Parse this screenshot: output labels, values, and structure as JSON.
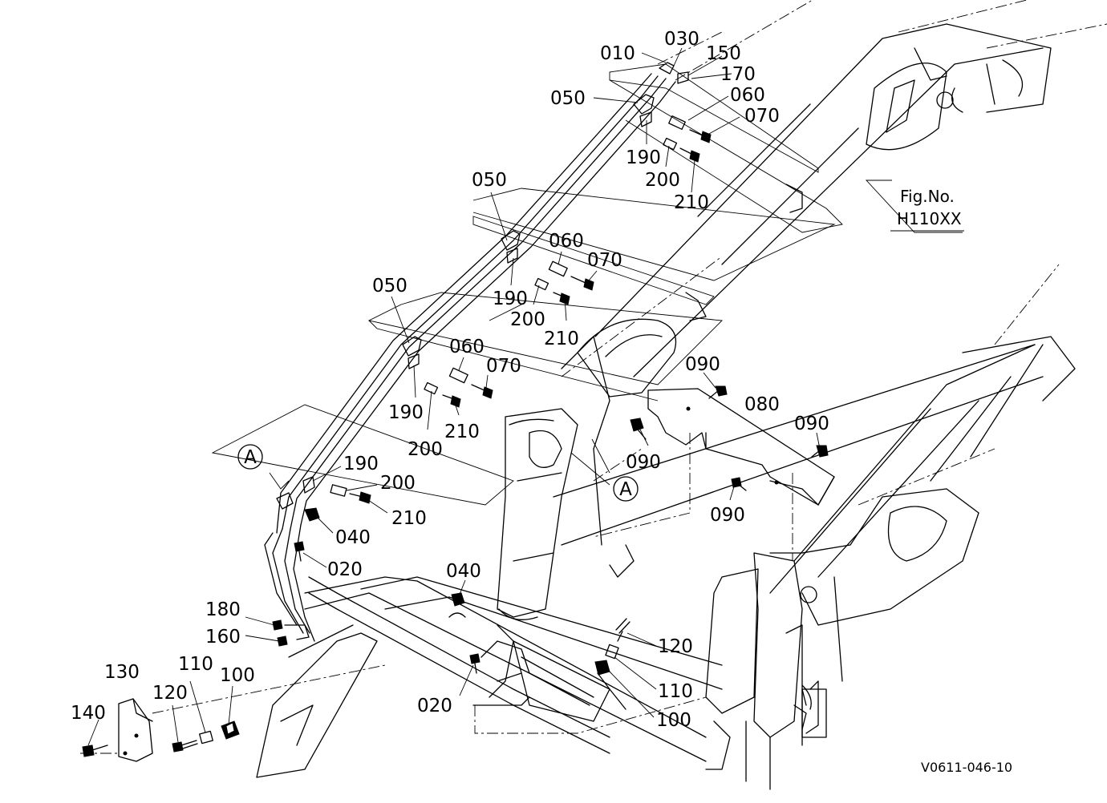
{
  "callouts": [
    {
      "id": "c010",
      "text": "010"
    },
    {
      "id": "c030",
      "text": "030"
    },
    {
      "id": "c150",
      "text": "150"
    },
    {
      "id": "c170",
      "text": "170"
    },
    {
      "id": "c050a",
      "text": "050"
    },
    {
      "id": "c060a",
      "text": "060"
    },
    {
      "id": "c070a",
      "text": "070"
    },
    {
      "id": "c190a",
      "text": "190"
    },
    {
      "id": "c200a",
      "text": "200"
    },
    {
      "id": "c210a",
      "text": "210"
    },
    {
      "id": "c050b",
      "text": "050"
    },
    {
      "id": "c060b",
      "text": "060"
    },
    {
      "id": "c070b",
      "text": "070"
    },
    {
      "id": "c190b",
      "text": "190"
    },
    {
      "id": "c200b",
      "text": "200"
    },
    {
      "id": "c210b",
      "text": "210"
    },
    {
      "id": "c050c",
      "text": "050"
    },
    {
      "id": "c060c",
      "text": "060"
    },
    {
      "id": "c070c",
      "text": "070"
    },
    {
      "id": "c190c",
      "text": "190"
    },
    {
      "id": "c200c",
      "text": "200"
    },
    {
      "id": "c210c",
      "text": "210"
    },
    {
      "id": "c090a",
      "text": "090"
    },
    {
      "id": "c080",
      "text": "080"
    },
    {
      "id": "c090b",
      "text": "090"
    },
    {
      "id": "c090c",
      "text": "090"
    },
    {
      "id": "c090d",
      "text": "090"
    },
    {
      "id": "c190d",
      "text": "190"
    },
    {
      "id": "c200d",
      "text": "200"
    },
    {
      "id": "c210d",
      "text": "210"
    },
    {
      "id": "c040a",
      "text": "040"
    },
    {
      "id": "c020a",
      "text": "020"
    },
    {
      "id": "c040b",
      "text": "040"
    },
    {
      "id": "c180",
      "text": "180"
    },
    {
      "id": "c160",
      "text": "160"
    },
    {
      "id": "c120a",
      "text": "120"
    },
    {
      "id": "c110a",
      "text": "110"
    },
    {
      "id": "c100a",
      "text": "100"
    },
    {
      "id": "c020b",
      "text": "020"
    },
    {
      "id": "c130",
      "text": "130"
    },
    {
      "id": "c110b",
      "text": "110"
    },
    {
      "id": "c120b",
      "text": "120"
    },
    {
      "id": "c100b",
      "text": "100"
    },
    {
      "id": "c140",
      "text": "140"
    }
  ],
  "detail_markers": [
    {
      "id": "a1",
      "letter": "A"
    },
    {
      "id": "a2",
      "letter": "A"
    }
  ],
  "figure_reference": {
    "label": "Fig.No.",
    "number": "H110XX"
  },
  "drawing_code": "V0611-046-10"
}
